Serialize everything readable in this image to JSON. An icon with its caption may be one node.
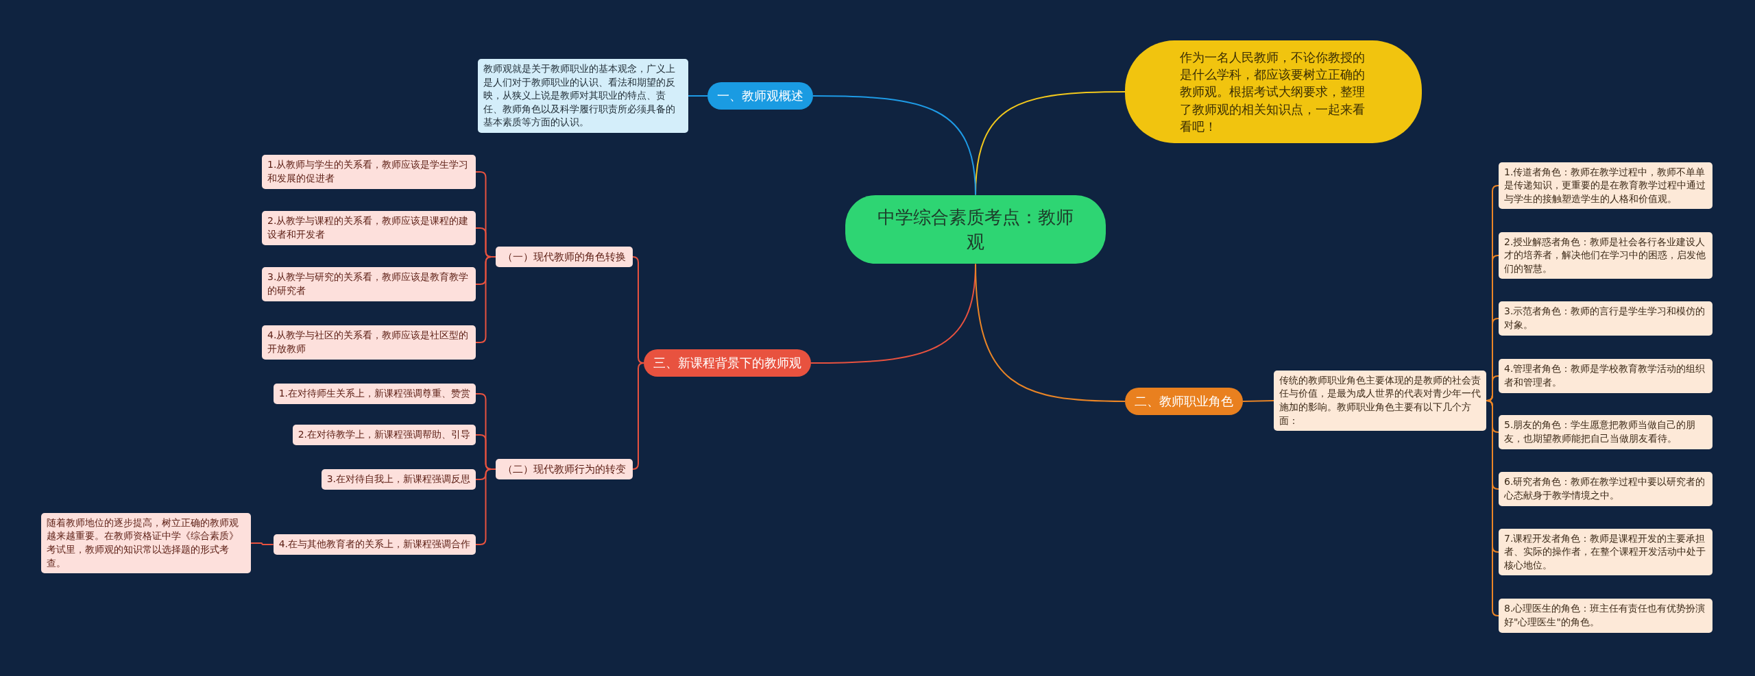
{
  "diagram": {
    "nodes": [
      {
        "text": [
          "中学综合素质考点：教师观"
        ]
      },
      {
        "text": [
          "作为一名人民教师，不论你教授的是什么学科，都应该要树立正确的教师观。根据考试大纲要求，整理了教师观的相关知识点，一起来看看吧！"
        ]
      },
      {
        "text": [
          "一、教师观概述"
        ]
      },
      {
        "text": [
          "教师观就是关于教师职业的基本观念，广义上是人们对于教师职业的认识、看法和期望的反映，从狭义上说是教师对其职业的特点、责任、教师角色以及科学履行职责所必须具备的基本素质等方面的认识。"
        ]
      },
      {
        "text": [
          "三、新课程背景下的教师观"
        ]
      },
      {
        "text": [
          "（一）现代教师的角色转换"
        ]
      },
      {
        "text": [
          "1.从教师与学生的关系看，教师应该是学生学习和发展的促进者"
        ]
      },
      {
        "text": [
          "2.从教学与课程的关系看，教师应该是课程的建设者和开发者"
        ]
      },
      {
        "text": [
          "3.从教学与研究的关系看，教师应该是教育教学的研究者"
        ]
      },
      {
        "text": [
          "4.从教学与社区的关系看，教师应该是社区型的开放教师"
        ]
      },
      {
        "text": [
          "（二）现代教师行为的转变"
        ]
      },
      {
        "text": [
          "1.在对待师生关系上，新课程强调尊重、赞赏"
        ]
      },
      {
        "text": [
          "2.在对待教学上，新课程强调帮助、引导"
        ]
      },
      {
        "text": [
          "3.在对待自我上，新课程强调反思"
        ]
      },
      {
        "text": [
          "4.在与其他教育者的关系上，新课程强调合作"
        ]
      },
      {
        "text": [
          "随着教师地位的逐步提高，树立正确的教师观越来越重要。在教师资格证中学《综合素质》考试里，教师观的知识常以选择题的形式考查。"
        ]
      },
      {
        "text": [
          "二、教师职业角色"
        ]
      },
      {
        "text": [
          "传统的教师职业角色主要体现的是教师的社会责任与价值，是最为成人世界的代表对青少年一代施加的影响。教师职业角色主要有以下几个方面："
        ]
      },
      {
        "text": [
          "1.传道者角色：教师在教学过程中，教师不单单是传递知识，更重要的是在教育教学过程中通过与学生的接触塑造学生的人格和价值观。"
        ]
      },
      {
        "text": [
          "2.授业解惑者角色：教师是社会各行各业建设人才的培养者，解决他们在学习中的困惑，启发他们的智慧。"
        ]
      },
      {
        "text": [
          "3.示范者角色：教师的言行是学生学习和模仿的对象。"
        ]
      },
      {
        "text": [
          "4.管理者角色：教师是学校教育教学活动的组织者和管理者。"
        ]
      },
      {
        "text": [
          "5.朋友的角色：学生愿意把教师当做自己的朋友，也期望教师能把自己当做朋友看待。"
        ]
      },
      {
        "text": [
          "6.研究者角色：教师在教学过程中要以研究者的心态献身于教学情境之中。"
        ]
      },
      {
        "text": [
          "7.课程开发者角色：教师是课程开发的主要承担者、实际的操作者，在整个课程开发活动中处于核心地位。"
        ]
      },
      {
        "text": [
          "8.心理医生的角色：班主任有责任也有优势扮演好\"心理医生\"的角色。"
        ]
      }
    ],
    "edges": [
      {
        "from": 0,
        "to": 1,
        "arrow": "none",
        "color": "#f2c81c"
      },
      {
        "from": 0,
        "to": 2,
        "arrow": "none",
        "color": "#1e9be6"
      },
      {
        "from": 2,
        "to": 3,
        "arrow": "none",
        "color": "#1e9be6"
      },
      {
        "from": 0,
        "to": 4,
        "arrow": "none"
      },
      {
        "from": 4,
        "to": 5,
        "arrow": "none"
      },
      {
        "from": 5,
        "to": 6,
        "arrow": "none"
      },
      {
        "from": 5,
        "to": 7,
        "arrow": "none"
      },
      {
        "from": 5,
        "to": 8,
        "arrow": "none"
      },
      {
        "from": 5,
        "to": 9,
        "arrow": "none"
      },
      {
        "from": 4,
        "to": 10,
        "arrow": "none"
      },
      {
        "from": 10,
        "to": 11,
        "arrow": "none"
      },
      {
        "from": 10,
        "to": 12,
        "arrow": "none"
      },
      {
        "from": 10,
        "to": 13,
        "arrow": "none"
      },
      {
        "from": 10,
        "to": 14,
        "arrow": "none"
      },
      {
        "from": 14,
        "to": 15,
        "arrow": "none"
      },
      {
        "from": 0,
        "to": 16,
        "arrow": "none",
        "color": "#ea8526"
      },
      {
        "from": 16,
        "to": 17,
        "arrow": "none",
        "color": "#ea8526"
      },
      {
        "from": 17,
        "to": 18,
        "arrow": "none",
        "color": "#ea8526"
      },
      {
        "from": 17,
        "to": 19,
        "arrow": "none",
        "color": "#ea8526"
      },
      {
        "from": 17,
        "to": 20,
        "arrow": "none",
        "color": "#ea8526"
      },
      {
        "from": 17,
        "to": 21,
        "arrow": "none",
        "color": "#ea8526"
      },
      {
        "from": 17,
        "to": 22,
        "arrow": "none",
        "color": "#ea8526"
      },
      {
        "from": 17,
        "to": 23,
        "arrow": "none",
        "color": "#ea8526"
      },
      {
        "from": 17,
        "to": 24,
        "arrow": "none",
        "color": "#ea8526"
      },
      {
        "from": 17,
        "to": 25,
        "arrow": "none",
        "color": "#ea8526"
      }
    ]
  }
}
